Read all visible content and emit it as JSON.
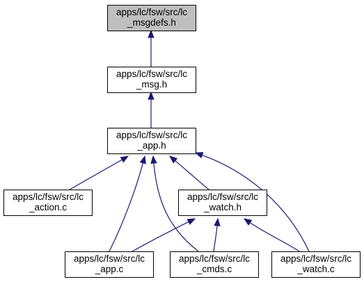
{
  "graph": {
    "colors": {
      "edge": "#191970",
      "highlight_fill": "#bfbfbf",
      "node_fill": "#ffffff",
      "border": "#000000"
    },
    "nodes": [
      {
        "id": "lc_msgdefs",
        "line1": "apps/lc/fsw/src/lc",
        "line2": "_msgdefs.h",
        "highlighted": true
      },
      {
        "id": "lc_msg",
        "line1": "apps/lc/fsw/src/lc",
        "line2": "_msg.h",
        "highlighted": false
      },
      {
        "id": "lc_app_h",
        "line1": "apps/lc/fsw/src/lc",
        "line2": "_app.h",
        "highlighted": false
      },
      {
        "id": "lc_action_c",
        "line1": "apps/lc/fsw/src/lc",
        "line2": "_action.c",
        "highlighted": false
      },
      {
        "id": "lc_watch_h",
        "line1": "apps/lc/fsw/src/lc",
        "line2": "_watch.h",
        "highlighted": false
      },
      {
        "id": "lc_app_c",
        "line1": "apps/lc/fsw/src/lc",
        "line2": "_app.c",
        "highlighted": false
      },
      {
        "id": "lc_cmds_c",
        "line1": "apps/lc/fsw/src/lc",
        "line2": "_cmds.c",
        "highlighted": false
      },
      {
        "id": "lc_watch_c",
        "line1": "apps/lc/fsw/src/lc",
        "line2": "_watch.c",
        "highlighted": false
      }
    ],
    "edges": [
      {
        "from": "lc_msg",
        "to": "lc_msgdefs"
      },
      {
        "from": "lc_app_h",
        "to": "lc_msg"
      },
      {
        "from": "lc_action_c",
        "to": "lc_app_h"
      },
      {
        "from": "lc_watch_h",
        "to": "lc_app_h"
      },
      {
        "from": "lc_app_c",
        "to": "lc_app_h"
      },
      {
        "from": "lc_cmds_c",
        "to": "lc_app_h"
      },
      {
        "from": "lc_watch_c",
        "to": "lc_app_h"
      },
      {
        "from": "lc_app_c",
        "to": "lc_watch_h"
      },
      {
        "from": "lc_cmds_c",
        "to": "lc_watch_h"
      },
      {
        "from": "lc_watch_c",
        "to": "lc_watch_h"
      }
    ]
  }
}
